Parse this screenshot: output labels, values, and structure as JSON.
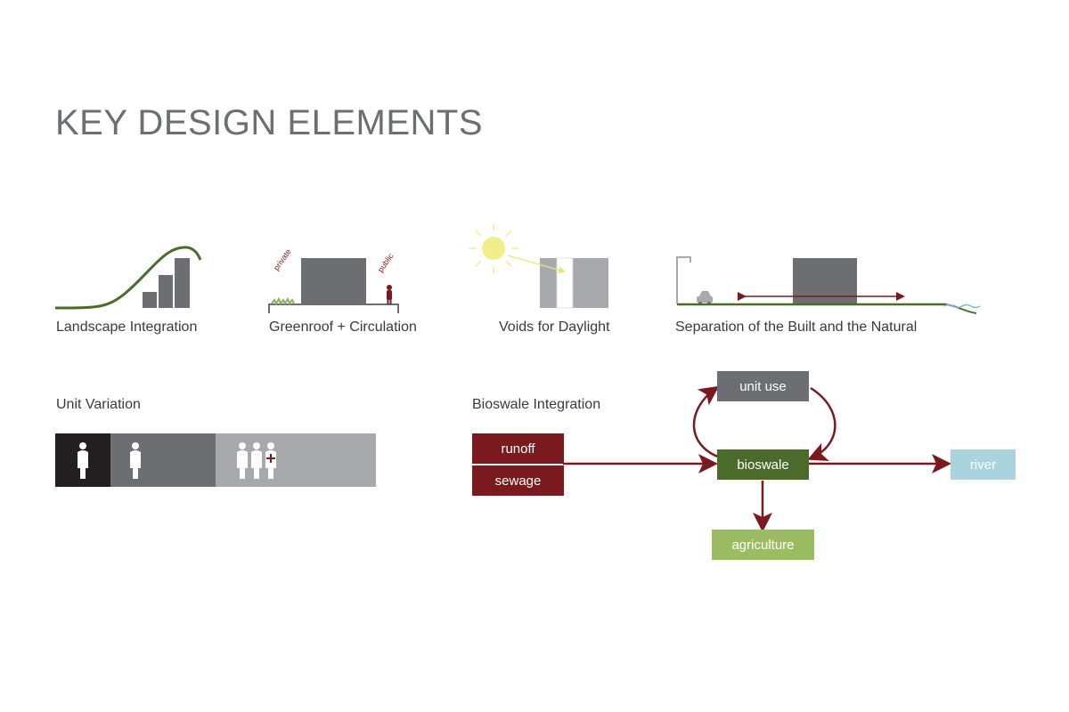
{
  "title": "KEY DESIGN ELEMENTS",
  "icons": {
    "landscape": {
      "label": "Landscape Integration"
    },
    "greenroof": {
      "label": "Greenroof + Circulation",
      "private": "private",
      "public": "public"
    },
    "voids": {
      "label": "Voids for Daylight"
    },
    "separation": {
      "label": "Separation of the Built and the Natural"
    }
  },
  "unit_variation": {
    "heading": "Unit Variation"
  },
  "bioswale": {
    "heading": "Bioswale Integration",
    "nodes": {
      "runoff": "runoff",
      "sewage": "sewage",
      "unit_use": "unit use",
      "bioswale": "bioswale",
      "river": "river",
      "agriculture": "agriculture"
    }
  },
  "colors": {
    "accent_red": "#7a1a1f",
    "green": "#4a6b2a",
    "light_green": "#9cbc63",
    "gray": "#6d6e71",
    "light_blue": "#a9d4de",
    "sun": "#f2ee8c"
  }
}
